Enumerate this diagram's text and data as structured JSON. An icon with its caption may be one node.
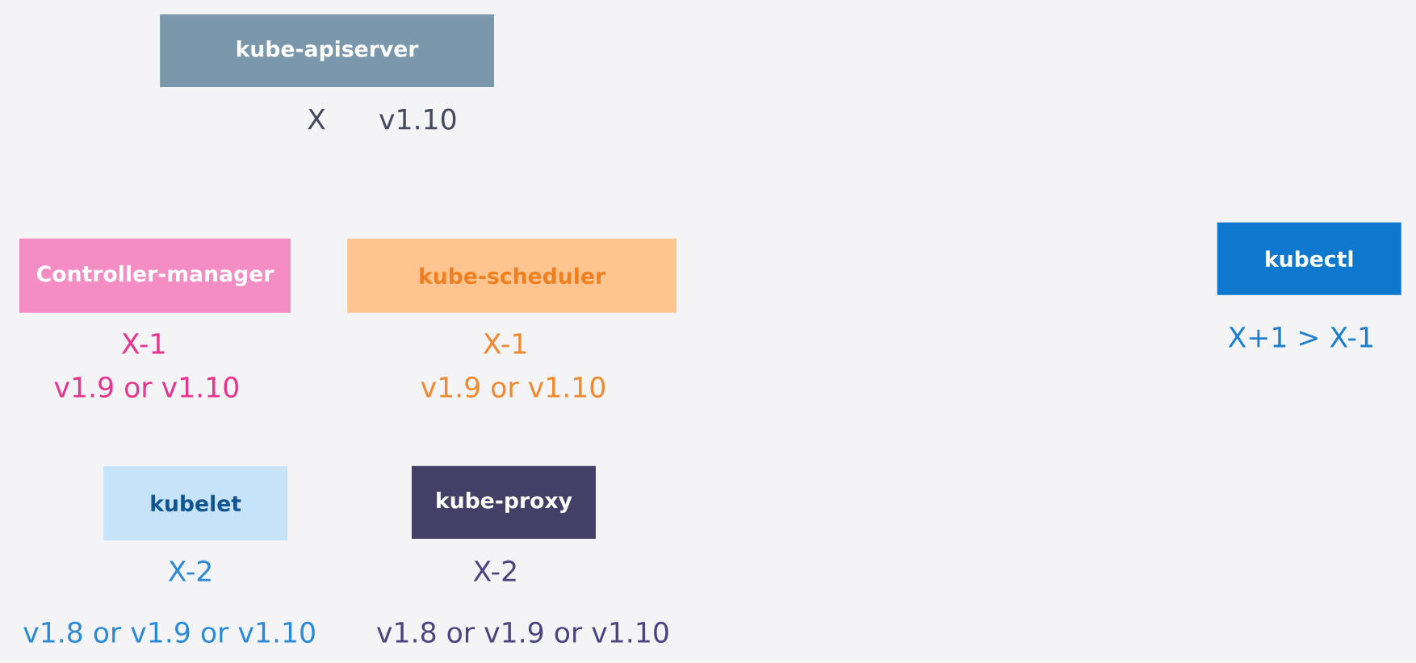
{
  "diagram": {
    "nodes": [
      {
        "text": [
          "kube-apiserver"
        ],
        "beside": [
          "X",
          "v1.10"
        ]
      },
      {
        "text": [
          "Controller-manager"
        ],
        "beside": [
          "X-1",
          "v1.9 or v1.10"
        ]
      },
      {
        "text": [
          "kube-scheduler"
        ],
        "beside": [
          "X-1",
          "v1.9 or v1.10"
        ]
      },
      {
        "text": [
          "kubectl"
        ],
        "beside": [
          "X+1 > X-1"
        ]
      },
      {
        "text": [
          "kubelet"
        ],
        "beside": [
          "X-2",
          "v1.8 or v1.9 or v1.10"
        ]
      },
      {
        "text": [
          "kube-proxy"
        ],
        "beside": [
          "X-2",
          "v1.8 or v1.9 or v1.10"
        ]
      }
    ]
  }
}
